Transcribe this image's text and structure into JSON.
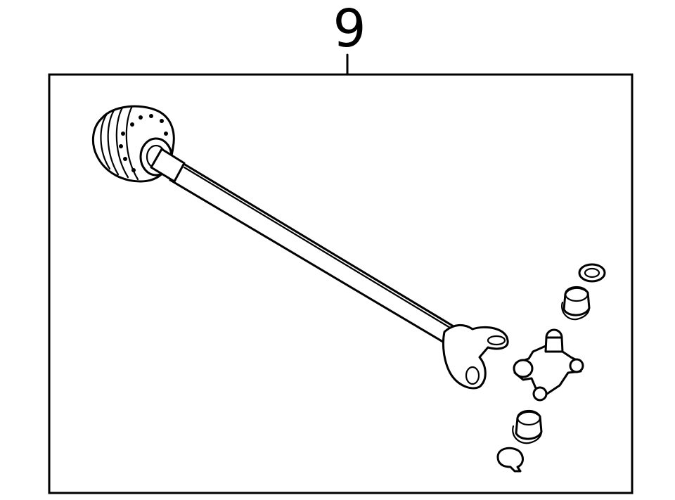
{
  "callout": {
    "number": "9"
  },
  "colors": {
    "stroke": "#000000",
    "background": "#ffffff"
  },
  "parts": [
    {
      "name": "cv-joint-boot"
    },
    {
      "name": "axle-shaft"
    },
    {
      "name": "slip-yoke"
    },
    {
      "name": "universal-joint-cross"
    },
    {
      "name": "bearing-cap-upper"
    },
    {
      "name": "bearing-cap-lower"
    },
    {
      "name": "snap-ring-upper"
    },
    {
      "name": "snap-ring-lower"
    }
  ]
}
